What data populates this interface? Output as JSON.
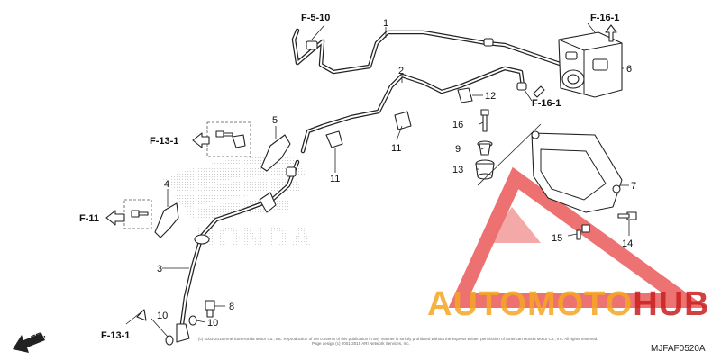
{
  "diagram": {
    "code": "MJFAF0520A",
    "footer_note": "(c) 2003-2015 American Honda Motor Co., Inc. Reproduction of the contents of this publication in any manner is strictly prohibited without the express written permission of American Honda Motor Co., Inc. All rights reserved.",
    "footer_note2": "Page design (c) 2001-2015 ARI Network Services, Inc.",
    "fr_label": "FR.",
    "background_logo": "HONDA",
    "watermark": {
      "part1": "AUTOMOTO",
      "part2": "HUB",
      "color1": "#f5a623",
      "color2": "#c81e1e",
      "triangle_color": "#e84a4a"
    },
    "references": [
      "F-5-10",
      "F-16-1",
      "F-16-1",
      "F-13-1",
      "F-11",
      "F-13-1"
    ],
    "callouts": [
      "1",
      "2",
      "3",
      "4",
      "5",
      "6",
      "7",
      "8",
      "9",
      "10",
      "10",
      "11",
      "11",
      "12",
      "13",
      "14",
      "15",
      "16"
    ]
  }
}
